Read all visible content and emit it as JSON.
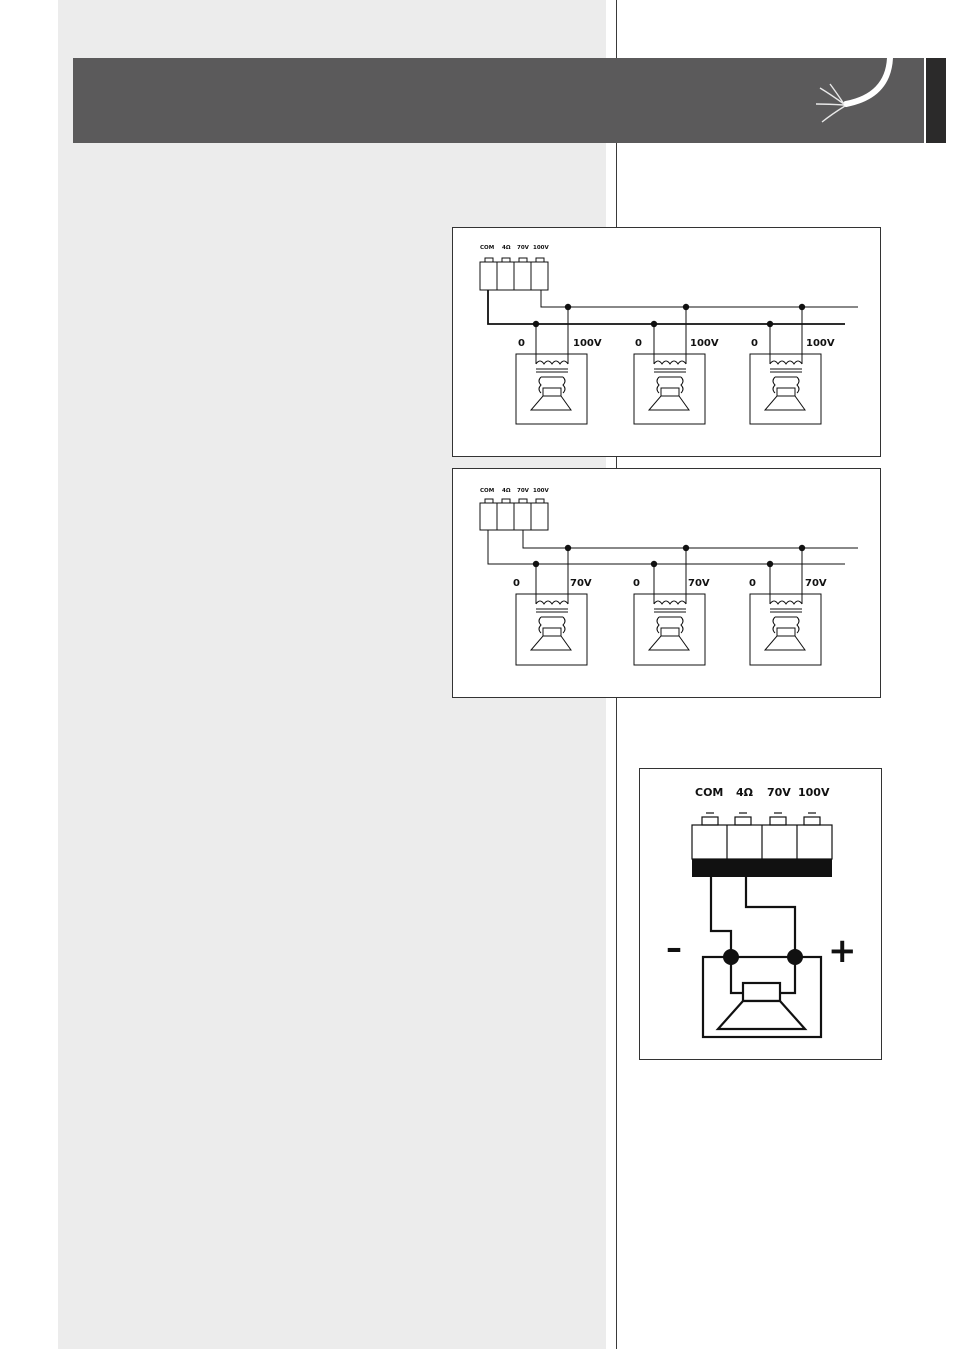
{
  "header": {
    "band_color": "#5b5a5b",
    "tab_color": "#2b2a2a",
    "icon": "cable-icon"
  },
  "terminal_labels": {
    "com": "COM",
    "ohm": "4Ω",
    "v70": "70V",
    "v100": "100V"
  },
  "diagram_100v": {
    "speakers": [
      {
        "left_tap": "0",
        "right_tap": "100V"
      },
      {
        "left_tap": "0",
        "right_tap": "100V"
      },
      {
        "left_tap": "0",
        "right_tap": "100V"
      }
    ]
  },
  "diagram_70v": {
    "speakers": [
      {
        "left_tap": "0",
        "right_tap": "70V"
      },
      {
        "left_tap": "0",
        "right_tap": "70V"
      },
      {
        "left_tap": "0",
        "right_tap": "70V"
      }
    ]
  },
  "diagram_4ohm": {
    "minus": "–",
    "plus": "+"
  }
}
